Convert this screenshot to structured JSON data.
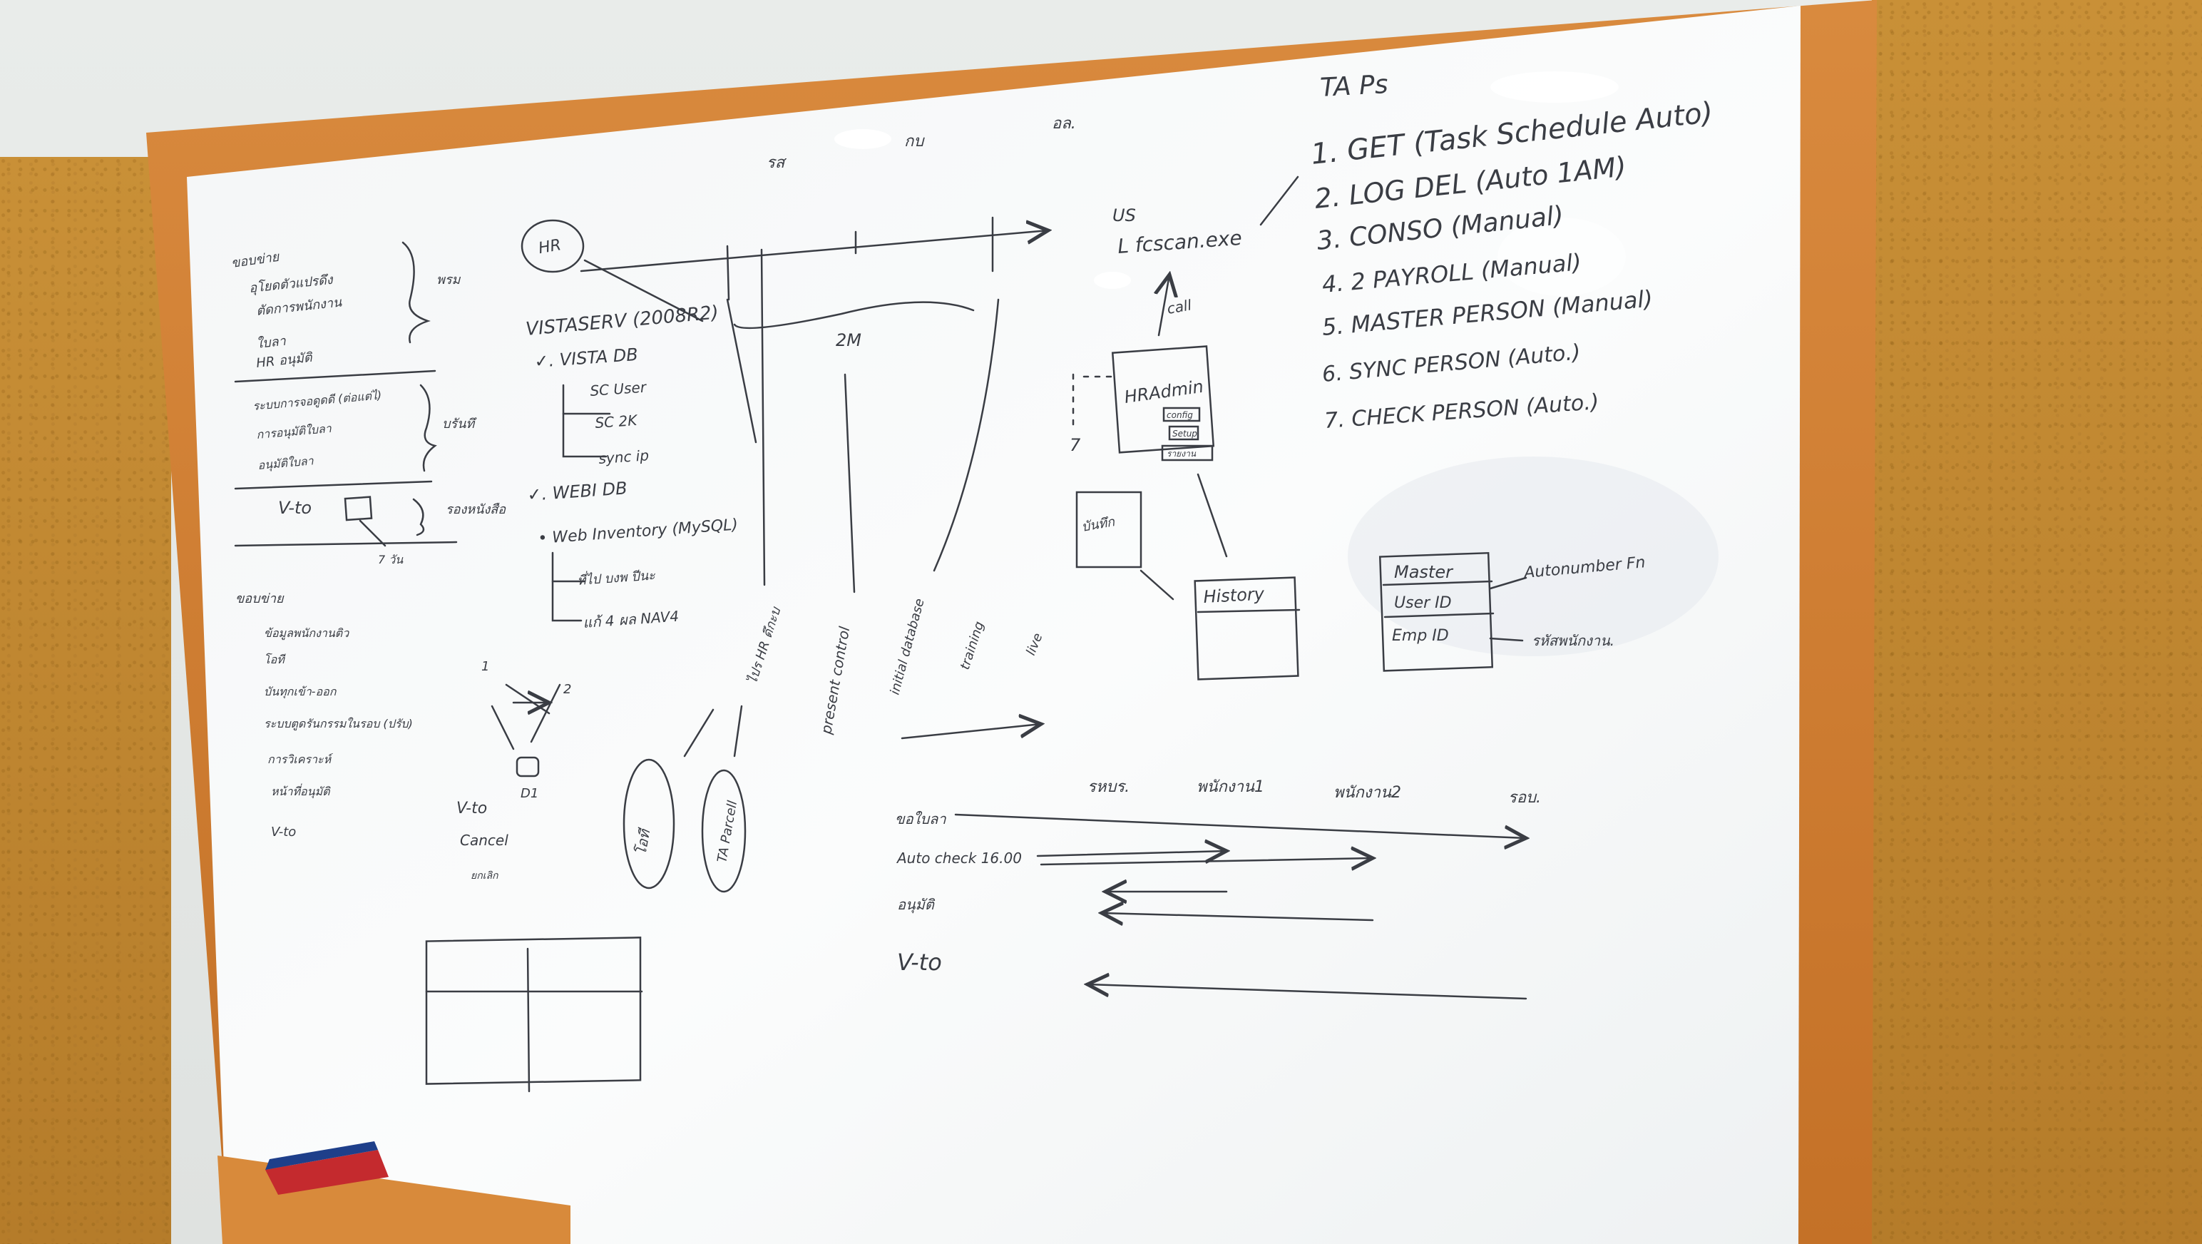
{
  "top": {
    "rs": "รส",
    "kb": "กบ",
    "ol": "อล."
  },
  "hr": "HR",
  "vistaserv": "VISTASERV (2008R2)",
  "vista_db": "✓. VISTA DB",
  "sc_user": "SC User",
  "sc_2k": "SC 2K",
  "sync_ip": "sync ip",
  "webi_db": "✓. WEBI DB",
  "web_inventory": "• Web Inventory (MySQL)",
  "web_line1": "ที่ไป บงพ ปีนะ",
  "web_line2": "แก้ 4 ผล NAV4",
  "two_m": "2M",
  "vertical": {
    "a": "ไปร HR ดึกะบ",
    "b": "present control",
    "c": "initial database",
    "d": "training",
    "e": "live"
  },
  "us": "US",
  "fcscan": "L fcscan.exe",
  "call": "call",
  "hradmin": "HRAdmin",
  "hradmin_sub": [
    "config",
    "Setup",
    "รายงาน"
  ],
  "hradmin_side": "7",
  "jobbox": "บันทึก",
  "history": "History",
  "master_table": {
    "title": "Master",
    "rows": [
      "User ID",
      "Emp ID"
    ]
  },
  "autonumber": "Autonumber Fn",
  "emp_note": "รหัสพนักงาน.",
  "ta_title": "TA Ps",
  "ta_tasks": [
    "1. GET  (Task Schedule Auto)",
    "2. LOG DEL  (Auto 1AM)",
    "3. CONSO  (Manual)",
    "4. 2 PAYROLL  (Manual)",
    "5. MASTER PERSON  (Manual)",
    "6. SYNC PERSON  (Auto.)",
    "7. CHECK PERSON  (Auto.)"
  ],
  "left_top_heading": "ขอบข่าย",
  "left_list_1": [
    "อุโยดตัวแปรดึง",
    "ตัดการพนักงาน",
    "ใบลา",
    "HR อนุมัติ"
  ],
  "left_list_2": [
    "ระบบการจอดูดดี (ต่อแต่ไ)",
    "การอนุมัติใบลา",
    "อนุมัติใบลา"
  ],
  "pms": "พรม",
  "pcs": "บรันทึ",
  "vto": "V-to",
  "vto_label": "รองหนังสือ",
  "vto_sub": "7 วัน",
  "left_bottom_heading": "ขอบข่าย",
  "left_list_3": [
    "ข้อมูลพนักงานติว",
    "โอที",
    "บันทุกเข้า-ออก",
    "ระบบตูดรันกรรมในรอบ (ปรับ)",
    "การวิเคราะห์",
    "หน้าที่อนุมัติ",
    "V-to"
  ],
  "network_labels": {
    "one": "1",
    "two": "2",
    "db": "D1"
  },
  "vto_cancel": [
    "V-to",
    "Cancel",
    "ยกเลิก"
  ],
  "ovals": [
    "โอที",
    "TA Parcell"
  ],
  "timeline": {
    "headers": [
      "รหบร.",
      "พนักงาน1",
      "พนักงาน2",
      "รอบ."
    ],
    "rows": [
      "ขอใบลา",
      "Auto check 16.00",
      "อนุมัติ",
      "V-to"
    ]
  }
}
